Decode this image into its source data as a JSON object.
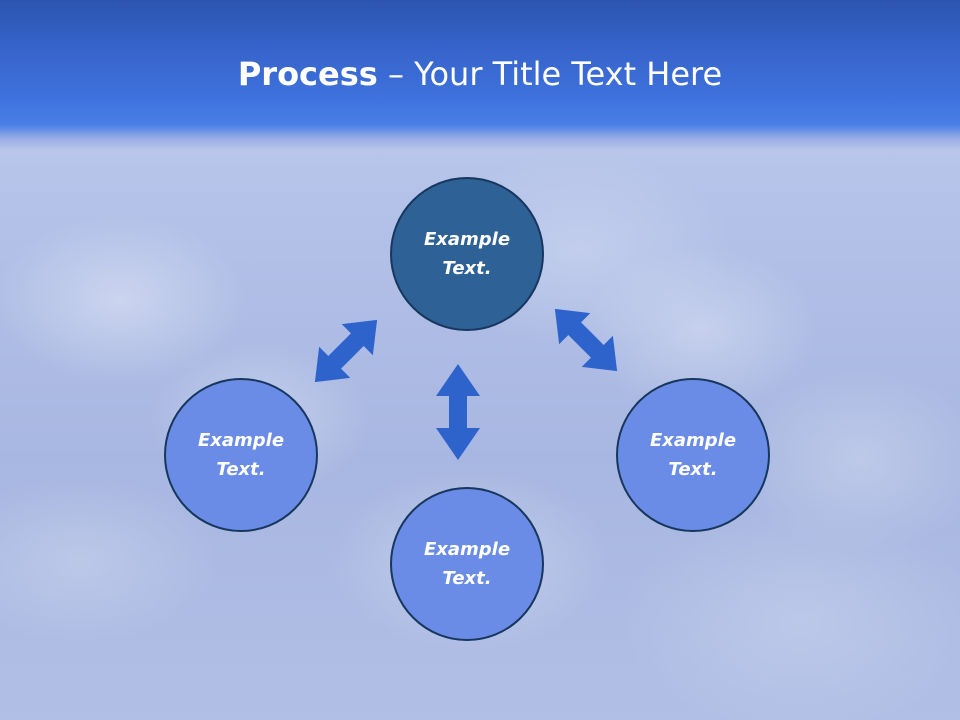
{
  "slide": {
    "title_strong": "Process",
    "title_rest": " – Your Title Text Here"
  },
  "colors": {
    "header_blue": "#3461c6",
    "center_circle_fill": "#2e6196",
    "outer_circle_fill": "#6a8ce6",
    "circle_border": "#17375e",
    "arrow_fill": "#2f63cc",
    "text": "#ffffff"
  },
  "diagram": {
    "nodes": [
      {
        "id": "top",
        "text": "Example Text."
      },
      {
        "id": "left",
        "text": "Example Text."
      },
      {
        "id": "bottom",
        "text": "Example Text."
      },
      {
        "id": "right",
        "text": "Example Text."
      }
    ],
    "arrows": [
      {
        "from": "top",
        "to": "left",
        "style": "double-headed"
      },
      {
        "from": "top",
        "to": "bottom",
        "style": "double-headed"
      },
      {
        "from": "top",
        "to": "right",
        "style": "double-headed"
      }
    ]
  }
}
